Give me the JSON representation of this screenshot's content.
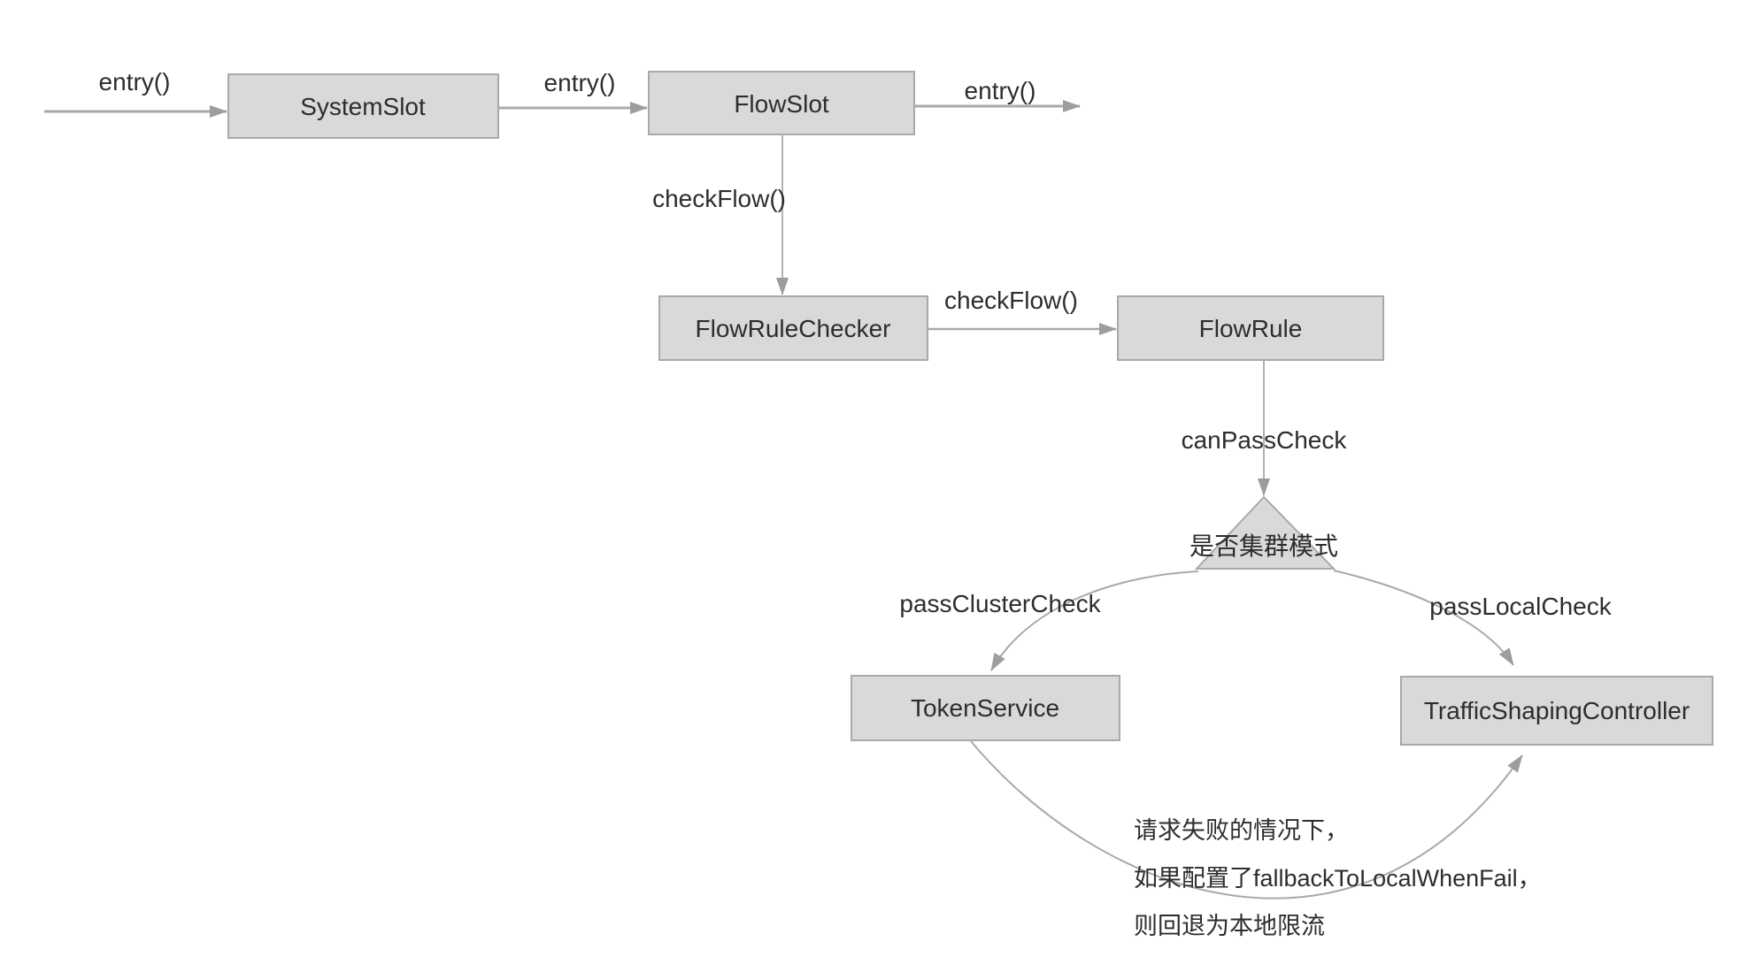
{
  "nodes": {
    "system_slot": "SystemSlot",
    "flow_slot": "FlowSlot",
    "flow_rule_checker": "FlowRuleChecker",
    "flow_rule": "FlowRule",
    "token_service": "TokenService",
    "traffic_shaping_controller": "TrafficShapingController"
  },
  "decision": {
    "cluster_mode": "是否集群模式"
  },
  "edge_labels": {
    "entry_in": "entry()",
    "entry_mid": "entry()",
    "entry_out": "entry()",
    "check_flow_down": "checkFlow()",
    "check_flow_right": "checkFlow()",
    "can_pass_check": "canPassCheck",
    "pass_cluster_check": "passClusterCheck",
    "pass_local_check": "passLocalCheck"
  },
  "note": {
    "line1": "请求失败的情况下，",
    "line2": "如果配置了fallbackToLocalWhenFail，",
    "line3": "则回退为本地限流"
  },
  "colors": {
    "background": "#ffffff",
    "box_fill": "#d9d9d9",
    "box_border": "#a9a9a9",
    "connector": "#a9a9a9",
    "arrowhead": "#9d9d9d",
    "text": "#2d2d2d"
  }
}
